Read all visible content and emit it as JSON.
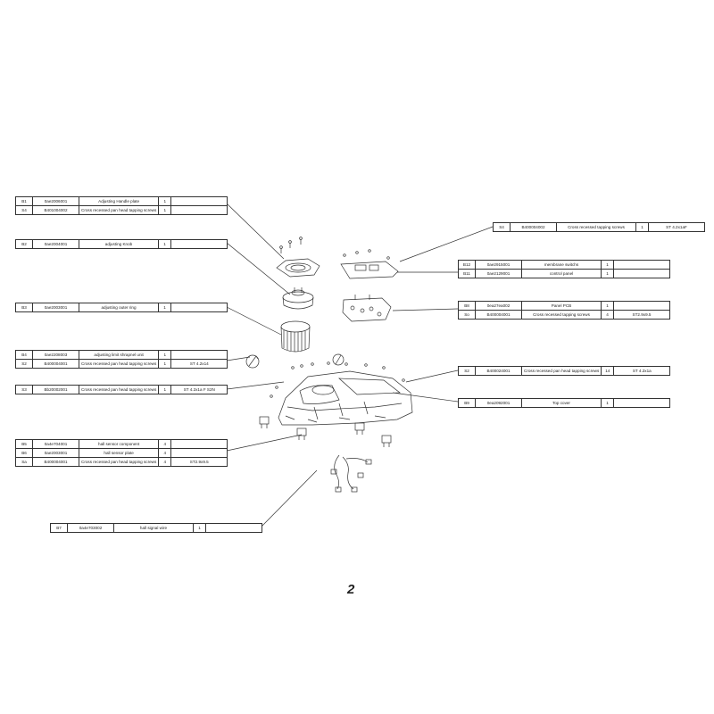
{
  "page_number": "2",
  "parts_tables": [
    {
      "id": "t-handle-plate",
      "rows": [
        {
          "code": "B1",
          "part_no": "0ae2006001",
          "name": "Adjusting Handle plate",
          "qty": "1",
          "spec": ""
        },
        {
          "code": "S4",
          "part_no": "B401004002",
          "name": "Cross recessed pan head tapping screws",
          "qty": "1",
          "spec": ""
        }
      ]
    },
    {
      "id": "t-knob",
      "rows": [
        {
          "code": "B2",
          "part_no": "0ae2004001",
          "name": "adjusting Knob",
          "qty": "1",
          "spec": ""
        }
      ]
    },
    {
      "id": "t-outer-ring",
      "rows": [
        {
          "code": "B3",
          "part_no": "0ae2003001",
          "name": "adjusting outer ring",
          "qty": "1",
          "spec": ""
        }
      ]
    },
    {
      "id": "t-shrapnel",
      "rows": [
        {
          "code": "B4",
          "part_no": "0ae2208003",
          "name": "adjusting limit shrapnel unit",
          "qty": "1",
          "spec": ""
        },
        {
          "code": "S2",
          "part_no": "B400004001",
          "name": "Cross recessed pan head tapping screws",
          "qty": "1",
          "spec": "ST 4.2x14"
        }
      ]
    },
    {
      "id": "t-screws-s3",
      "rows": [
        {
          "code": "S3",
          "part_no": "Bb20002001",
          "name": "Cross recessed pan head tapping screws",
          "qty": "1",
          "spec": "ST 4.2x1a F S2N"
        }
      ]
    },
    {
      "id": "t-hall-sensor",
      "rows": [
        {
          "code": "B5",
          "part_no": "0a4e704001",
          "name": "hall sensor component",
          "qty": "4",
          "spec": ""
        },
        {
          "code": "B6",
          "part_no": "0ae2003001",
          "name": "hall sensor plate",
          "qty": "4",
          "spec": ""
        },
        {
          "code": "Sa",
          "part_no": "B400004001",
          "name": "Cross recessed pan head tapping screws",
          "qty": "4",
          "spec": "ST2.9x9.5"
        }
      ]
    },
    {
      "id": "t-signal-wire",
      "rows": [
        {
          "code": "B7",
          "part_no": "0a4e703002",
          "name": "hall signal wire",
          "qty": "1",
          "spec": ""
        }
      ]
    },
    {
      "id": "t-tapping-s4",
      "rows": [
        {
          "code": "S4",
          "part_no": "B400004002",
          "name": "Cross recessed tapping screws",
          "qty": "1",
          "spec": "ST 4.2x1aF"
        }
      ]
    },
    {
      "id": "t-control-panel",
      "rows": [
        {
          "code": "B12",
          "part_no": "0ae2915001",
          "name": "membrane switchs",
          "qty": "1",
          "spec": ""
        },
        {
          "code": "B11",
          "part_no": "0ae2129001",
          "name": "control panel",
          "qty": "1",
          "spec": ""
        }
      ]
    },
    {
      "id": "t-panel-pcb",
      "rows": [
        {
          "code": "B8",
          "part_no": "0ea27ea002",
          "name": "Panel PCB",
          "qty": "1",
          "spec": ""
        },
        {
          "code": "So",
          "part_no": "B400004001",
          "name": "Cross recessed tapping screws",
          "qty": "4",
          "spec": "ST2.9x9.5"
        }
      ]
    },
    {
      "id": "t-screws-s2",
      "rows": [
        {
          "code": "S2",
          "part_no": "B400024001",
          "name": "Cross recessed pan head tapping screws",
          "qty": "14",
          "spec": "ST 4.2x1a"
        }
      ]
    },
    {
      "id": "t-top-cover",
      "rows": [
        {
          "code": "B9",
          "part_no": "0ea2092001",
          "name": "Top cover",
          "qty": "1",
          "spec": ""
        }
      ]
    }
  ]
}
